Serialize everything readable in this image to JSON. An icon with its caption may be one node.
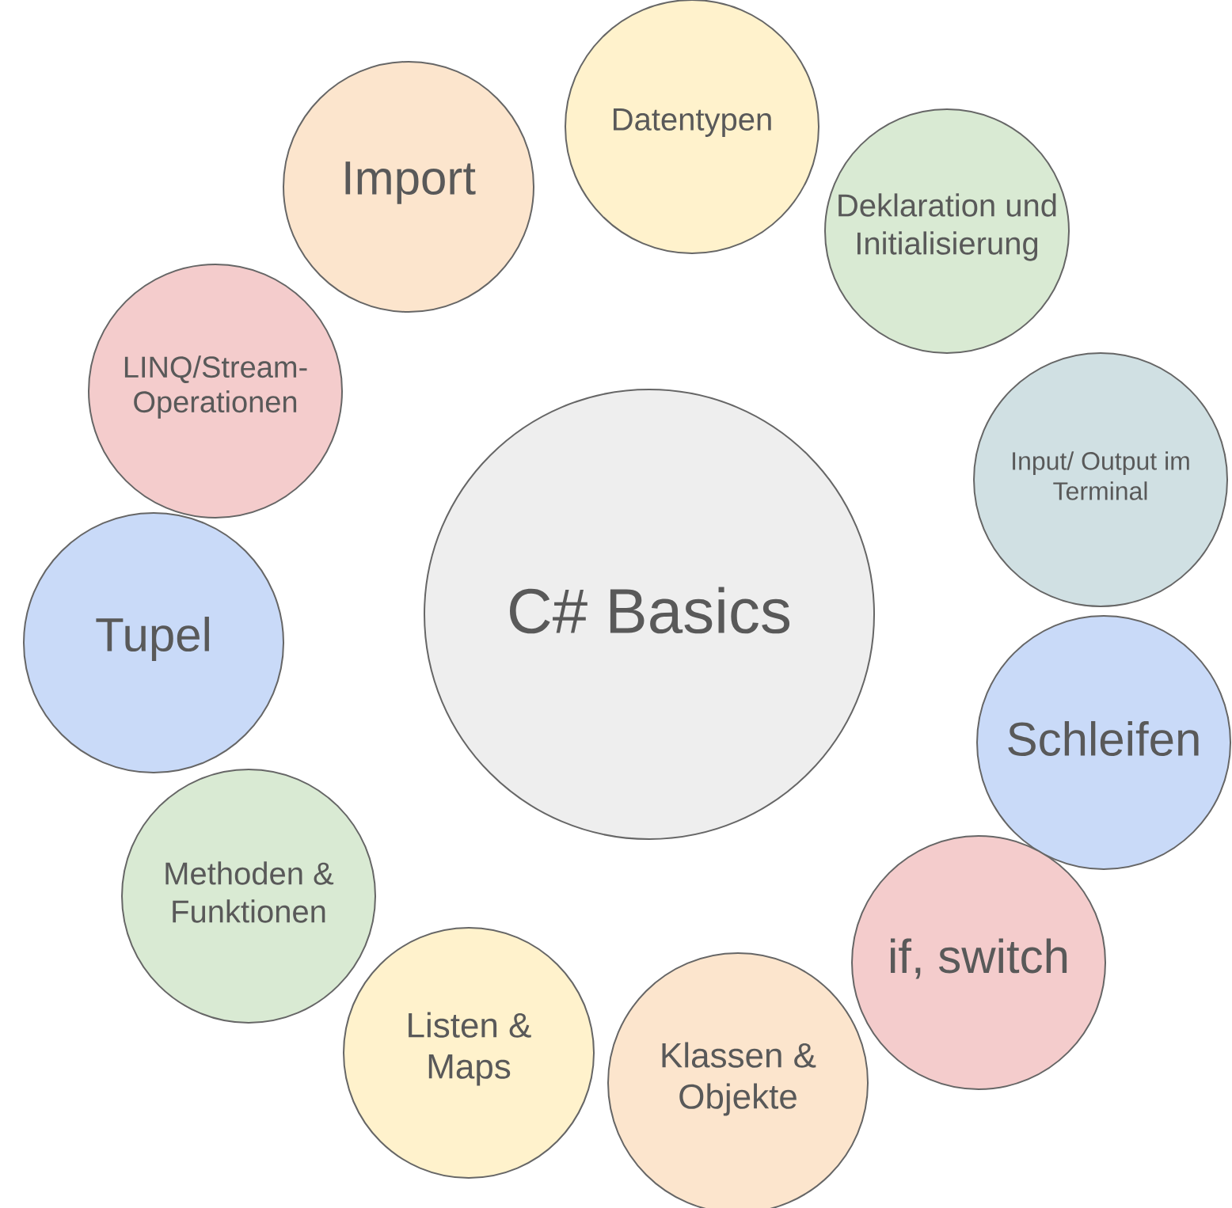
{
  "diagram": {
    "nodes": [
      {
        "text": [
          "C# Basics"
        ]
      },
      {
        "text": [
          "Datentypen"
        ]
      },
      {
        "text": [
          "Deklaration und Initialisierung"
        ]
      },
      {
        "text": [
          "Input/ Output im Terminal"
        ]
      },
      {
        "text": [
          "Schleifen"
        ]
      },
      {
        "text": [
          "if, switch"
        ]
      },
      {
        "text": [
          "Klassen & Objekte"
        ]
      },
      {
        "text": [
          "Listen & Maps"
        ]
      },
      {
        "text": [
          "Methoden & Funktionen"
        ]
      },
      {
        "text": [
          "Tupel"
        ]
      },
      {
        "text": [
          "LINQ/Stream-Operationen"
        ]
      },
      {
        "text": [
          "Import"
        ]
      }
    ]
  }
}
